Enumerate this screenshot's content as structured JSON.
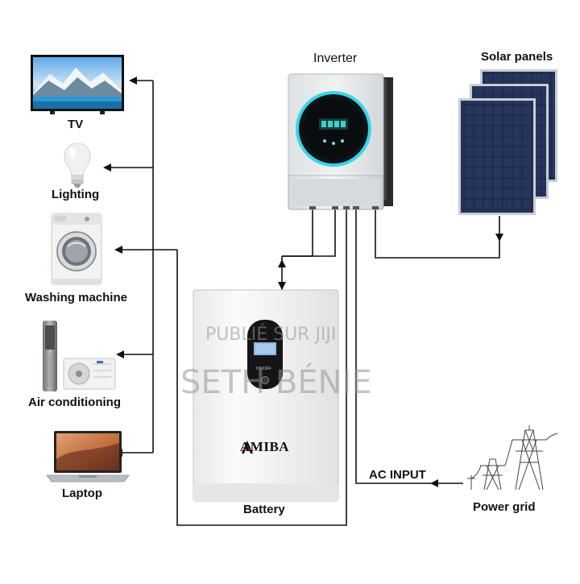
{
  "labels": {
    "tv": "TV",
    "lighting": "Lighting",
    "washing_machine": "Washing machine",
    "air_conditioning": "Air conditioning",
    "laptop": "Laptop",
    "inverter": "Inverter",
    "solar_panels": "Solar panels",
    "battery": "Battery",
    "ac_input": "AC INPUT",
    "power_grid": "Power grid"
  },
  "battery": {
    "brand": "AMIBA",
    "button_label": "ON/OFF"
  },
  "watermark": {
    "line1": "PUBLIÉ SUR JIJI",
    "line2": "SETH BÉNIE"
  },
  "colors": {
    "line": "#111111",
    "inverter_ring": "#35d6e8",
    "battery_body": "#f4f4f4",
    "panel_cell": "#1d2a4a"
  }
}
